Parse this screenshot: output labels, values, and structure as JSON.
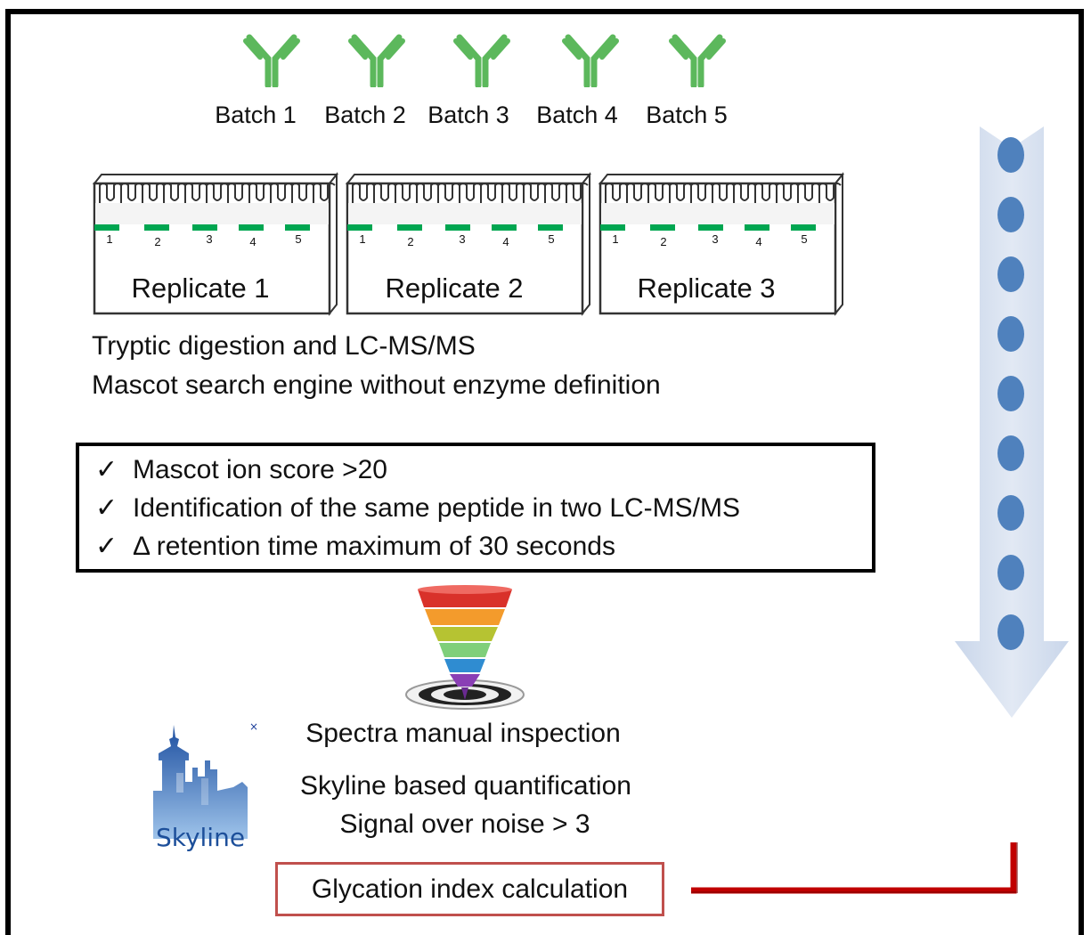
{
  "batches": {
    "items": [
      {
        "label": "Batch 1"
      },
      {
        "label": "Batch 2"
      },
      {
        "label": "Batch 3"
      },
      {
        "label": "Batch 4"
      },
      {
        "label": "Batch 5"
      }
    ],
    "icon": "antibody-icon",
    "color": "#5cb85c"
  },
  "replicates": {
    "items": [
      {
        "label": "Replicate 1"
      },
      {
        "label": "Replicate 2"
      },
      {
        "label": "Replicate 3"
      }
    ],
    "well_numbers": [
      "1",
      "2",
      "3",
      "4",
      "5"
    ],
    "well_color": "#00a651"
  },
  "steps": {
    "digestion": "Tryptic digestion and LC-MS/MS",
    "search": "Mascot search engine without enzyme definition"
  },
  "criteria": {
    "check_glyph": "✓",
    "items": [
      "Mascot ion score >20",
      "Identification of the same peptide in two LC-MS/MS",
      "Δ retention time maximum of 30 seconds"
    ]
  },
  "funnel": {
    "icon": "funnel-target-icon"
  },
  "spectra_inspection": "Spectra manual inspection",
  "skyline": {
    "logo_text": "Skyline",
    "quant": "Skyline based quantification",
    "signal": "Signal over noise > 3"
  },
  "glycation": "Glycation index calculation",
  "colors": {
    "arrow": "#d6dfee",
    "dot": "#4f81bd",
    "red_line": "#c00000",
    "box_border": "#c0504d"
  }
}
